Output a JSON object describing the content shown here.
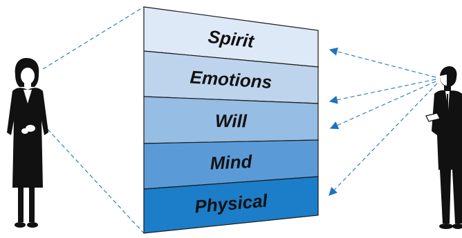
{
  "layers": [
    {
      "label": "Spirit",
      "fill": "#dde9f6"
    },
    {
      "label": "Emotions",
      "fill": "#bdd4ec"
    },
    {
      "label": "Will",
      "fill": "#96bde3"
    },
    {
      "label": "Mind",
      "fill": "#5a9bd7"
    },
    {
      "label": "Physical",
      "fill": "#1c7dc8"
    }
  ],
  "colors": {
    "outline": "#1a1a1a",
    "dash": "#2b7fc6",
    "arrow": "#1f72c0",
    "figure": "#111111"
  },
  "figures": {
    "left": {
      "icon": "woman-figure-icon"
    },
    "right": {
      "icon": "man-figure-icon"
    }
  }
}
